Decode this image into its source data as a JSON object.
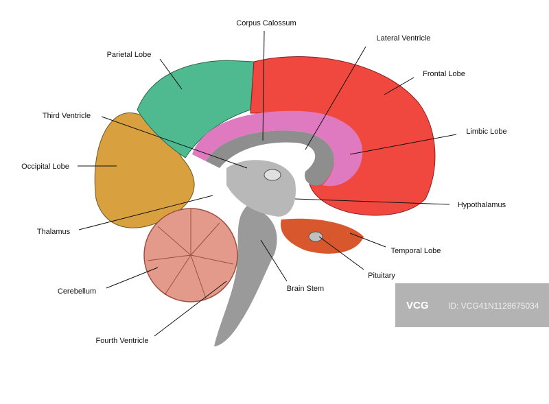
{
  "labels": {
    "corpus_calossum": "Corpus Calossum",
    "lateral_ventricle": "Lateral Ventricle",
    "parietal_lobe": "Parietal Lobe",
    "frontal_lobe": "Frontal Lobe",
    "third_ventricle": "Third Ventricle",
    "limbic_lobe": "Limbic Lobe",
    "occipital_lobe": "Occipital Lobe",
    "hypothalamus": "Hypothalamus",
    "thalamus": "Thalamus",
    "temporal_lobe": "Temporal Lobe",
    "pituitary": "Pituitary",
    "cerebellum": "Cerebellum",
    "brain_stem": "Brain Stem",
    "fourth_ventricle": "Fourth Ventricle"
  },
  "watermark": {
    "logo": "VCG",
    "id": "ID: VCG41N1128675034"
  },
  "colors": {
    "frontal": "#f0483f",
    "parietal": "#4fb98f",
    "occipital": "#d9a040",
    "limbic": "#e07ac0",
    "temporal": "#d9572d",
    "cerebellum": "#e39a8a",
    "stem": "#9a9a9a"
  }
}
